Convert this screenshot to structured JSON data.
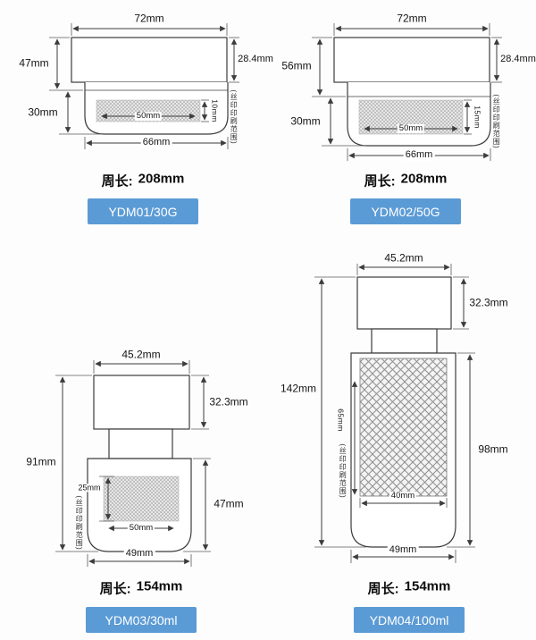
{
  "colors": {
    "badge_bg": "#5b9bd5",
    "badge_text": "#ffffff",
    "line": "#3c3c3c",
    "background": "#ffffff"
  },
  "panels": [
    {
      "model": "YDM01/30G",
      "perimeter_label": "周长:",
      "perimeter_value": "208mm",
      "print_note": "(丝印印刷范围)",
      "dims": {
        "top_width": "72mm",
        "total_height": "47mm",
        "body_height": "30mm",
        "cap_height": "28.4mm",
        "print_height": "10mm",
        "print_width": "50mm",
        "bottom_width": "66mm"
      }
    },
    {
      "model": "YDM02/50G",
      "perimeter_label": "周长:",
      "perimeter_value": "208mm",
      "print_note": "(丝印印刷范围)",
      "dims": {
        "top_width": "72mm",
        "total_height": "56mm",
        "body_height": "30mm",
        "cap_height": "28.4mm",
        "print_height": "15mm",
        "print_width": "50mm",
        "bottom_width": "66mm"
      }
    },
    {
      "model": "YDM03/30ml",
      "perimeter_label": "周长:",
      "perimeter_value": "154mm",
      "print_note": "(丝印印刷范围)",
      "dims": {
        "top_width": "45.2mm",
        "cap_height": "32.3mm",
        "total_height": "91mm",
        "body_height": "47mm",
        "print_height": "25mm",
        "print_width": "50mm",
        "bottom_width": "49mm"
      }
    },
    {
      "model": "YDM04/100ml",
      "perimeter_label": "周长:",
      "perimeter_value": "154mm",
      "print_note": "(丝印印刷范围)",
      "dims": {
        "top_width": "45.2mm",
        "cap_height": "32.3mm",
        "total_height": "142mm",
        "body_height": "98mm",
        "print_height": "65mm",
        "print_width": "40mm",
        "bottom_width": "49mm"
      }
    }
  ]
}
